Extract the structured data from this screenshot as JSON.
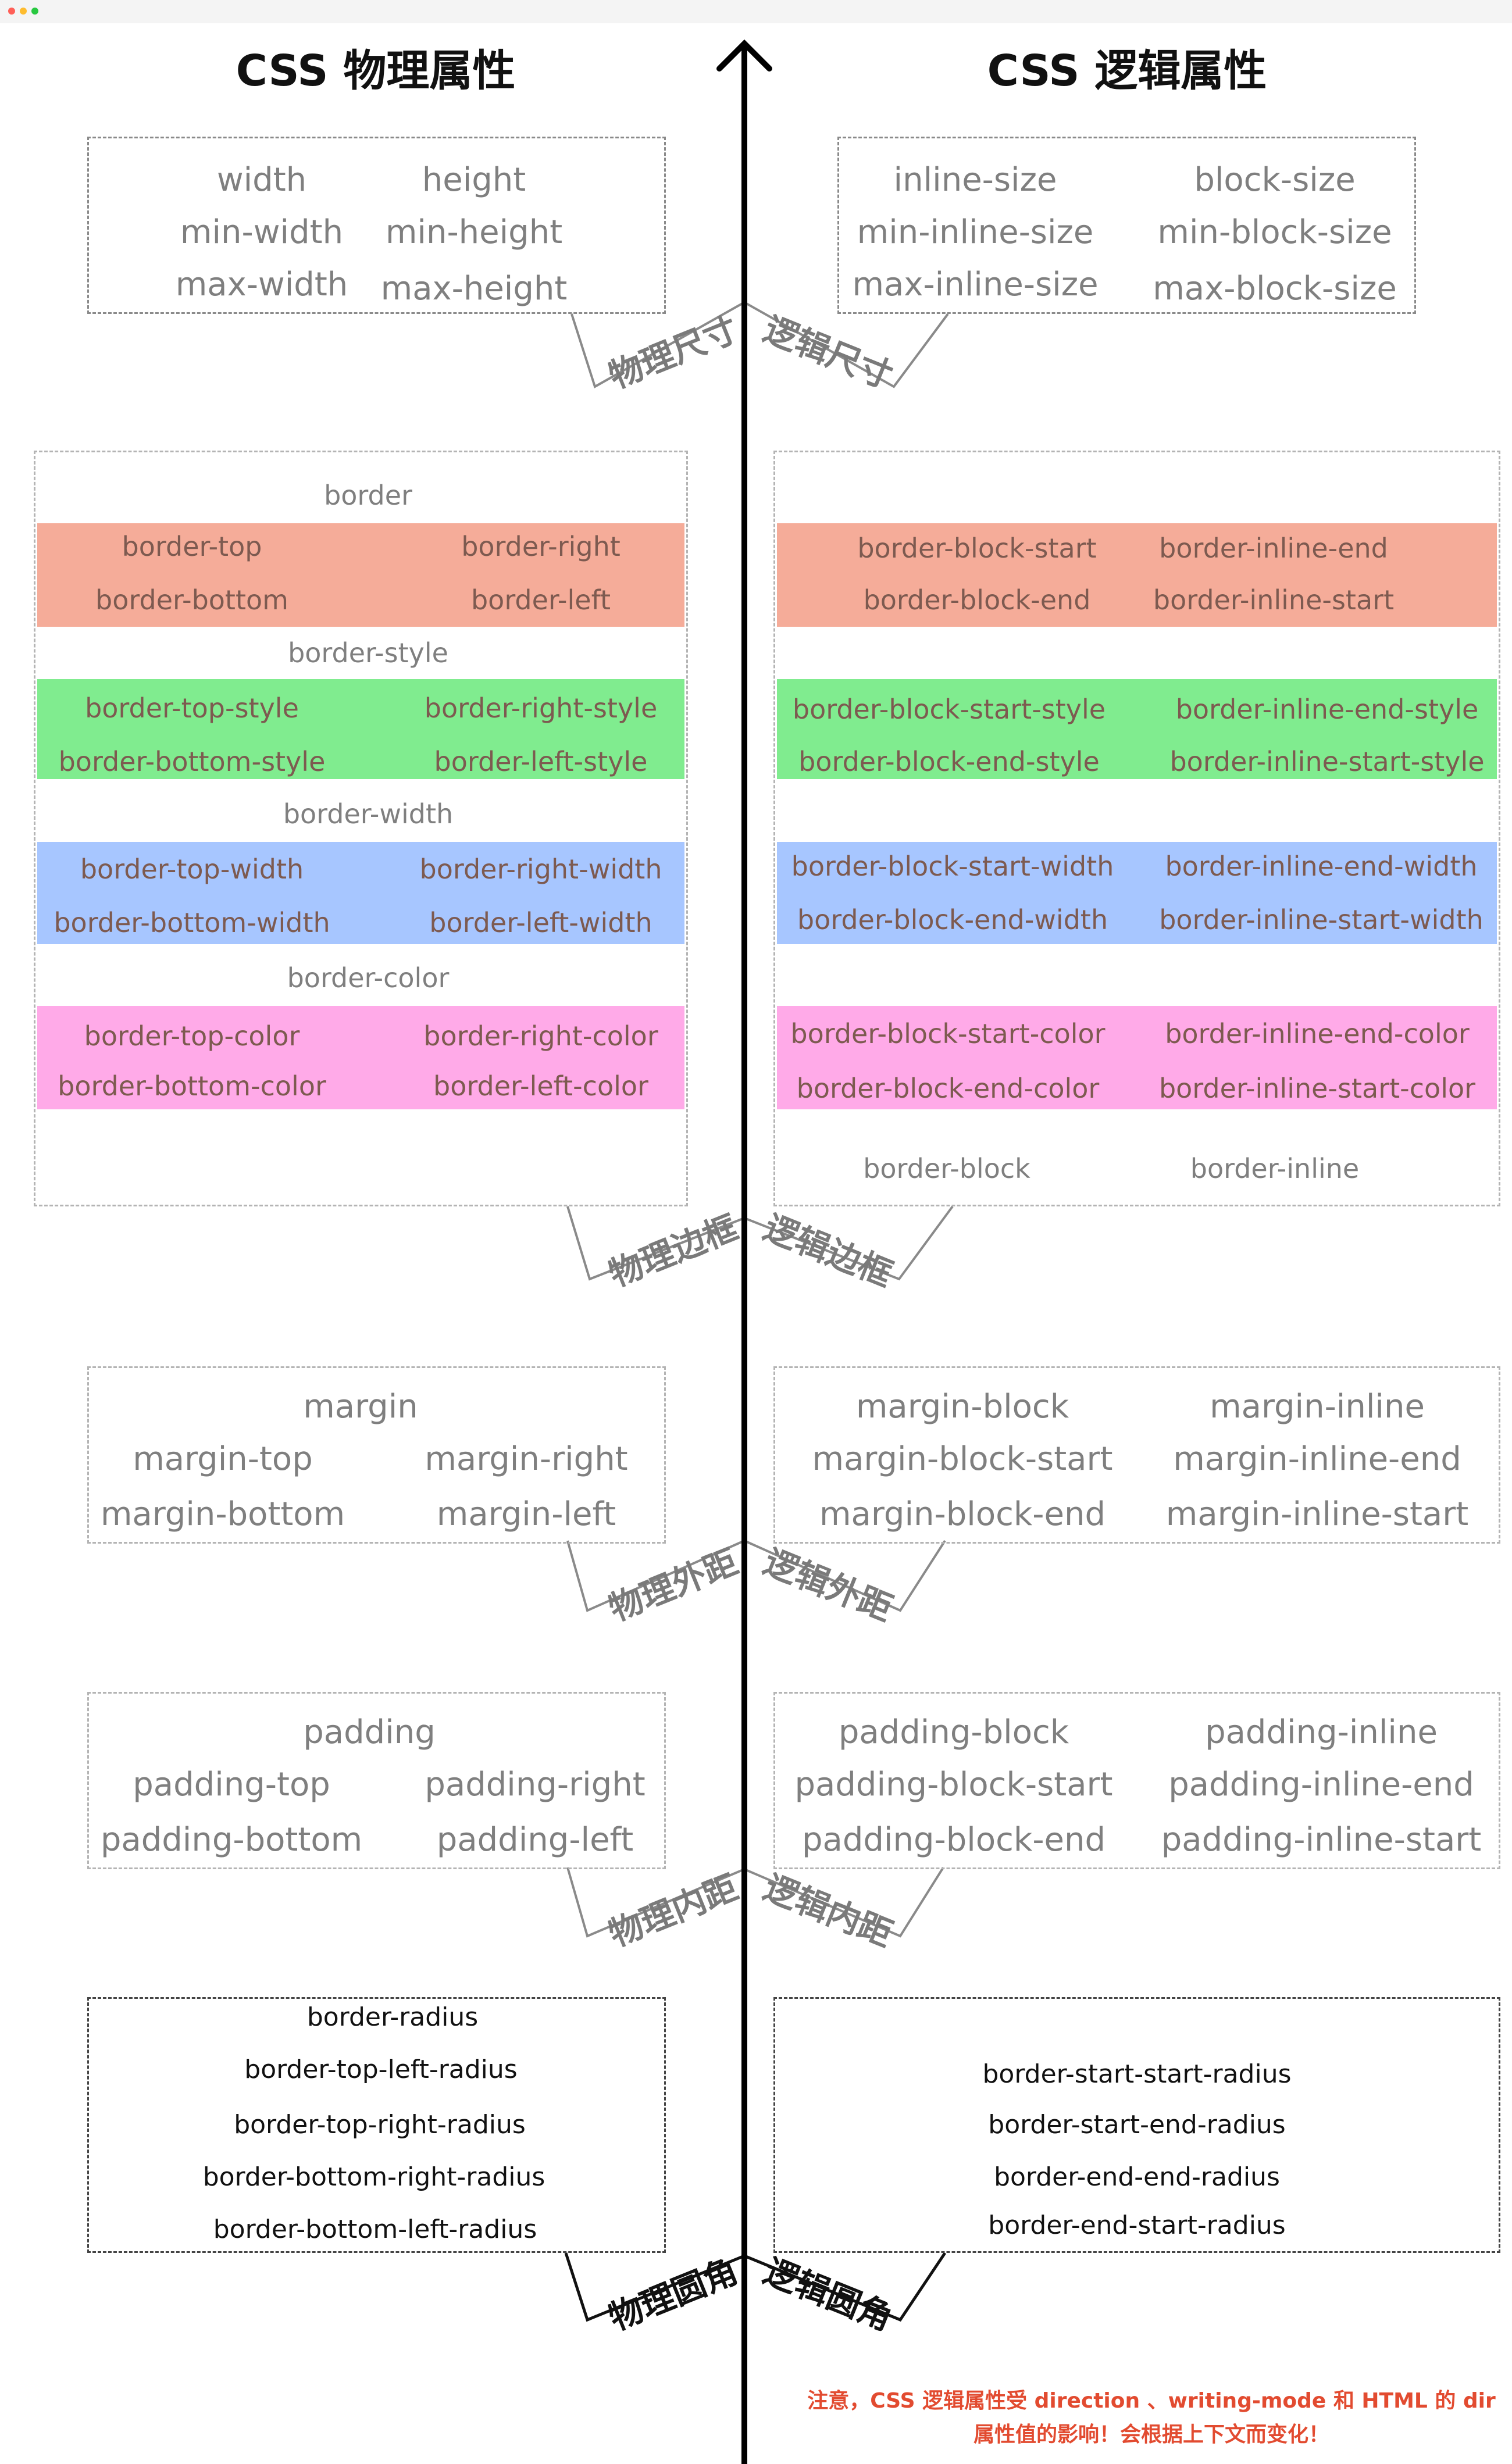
{
  "titles": {
    "left": "CSS 物理属性",
    "right": "CSS 逻辑属性"
  },
  "sizing": {
    "physical": {
      "col1": [
        "width",
        "min-width",
        "max-width"
      ],
      "col2": [
        "height",
        "min-height",
        "max-height"
      ]
    },
    "logical": {
      "col1": [
        "inline-size",
        "min-inline-size",
        "max-inline-size"
      ],
      "col2": [
        "block-size",
        "min-block-size",
        "max-block-size"
      ]
    },
    "labels": {
      "physical": "物理尺寸",
      "logical": "逻辑尺寸"
    }
  },
  "border": {
    "physical": {
      "shorthand": "border",
      "main": [
        "border-top",
        "border-right",
        "border-bottom",
        "border-left"
      ],
      "style_head": "border-style",
      "style": [
        "border-top-style",
        "border-right-style",
        "border-bottom-style",
        "border-left-style"
      ],
      "width_head": "border-width",
      "width": [
        "border-top-width",
        "border-right-width",
        "border-bottom-width",
        "border-left-width"
      ],
      "color_head": "border-color",
      "color": [
        "border-top-color",
        "border-right-color",
        "border-bottom-color",
        "border-left-color"
      ]
    },
    "logical": {
      "main": [
        "border-block-start",
        "border-inline-end",
        "border-block-end",
        "border-inline-start"
      ],
      "style": [
        "border-block-start-style",
        "border-inline-end-style",
        "border-block-end-style",
        "border-inline-start-style"
      ],
      "width": [
        "border-block-start-width",
        "border-inline-end-width",
        "border-block-end-width",
        "border-inline-start-width"
      ],
      "color": [
        "border-block-start-color",
        "border-inline-end-color",
        "border-block-end-color",
        "border-inline-start-color"
      ],
      "shorthands": [
        "border-block",
        "border-inline"
      ]
    },
    "labels": {
      "physical": "物理边框",
      "logical": "逻辑边框"
    }
  },
  "margin": {
    "physical": [
      "margin",
      "margin-top",
      "margin-right",
      "margin-bottom",
      "margin-left"
    ],
    "logical": [
      "margin-block",
      "margin-inline",
      "margin-block-start",
      "margin-inline-end",
      "margin-block-end",
      "margin-inline-start"
    ],
    "labels": {
      "physical": "物理外距",
      "logical": "逻辑外距"
    }
  },
  "padding": {
    "physical": [
      "padding",
      "padding-top",
      "padding-right",
      "padding-bottom",
      "padding-left"
    ],
    "logical": [
      "padding-block",
      "padding-inline",
      "padding-block-start",
      "padding-inline-end",
      "padding-block-end",
      "padding-inline-start"
    ],
    "labels": {
      "physical": "物理内距",
      "logical": "逻辑内距"
    }
  },
  "radius": {
    "physical": [
      "border-radius",
      "border-top-left-radius",
      "border-top-right-radius",
      "border-bottom-right-radius",
      "border-bottom-left-radius"
    ],
    "logical": [
      "border-start-start-radius",
      "border-start-end-radius",
      "border-end-end-radius",
      "border-end-start-radius"
    ],
    "labels": {
      "physical": "物理圆角",
      "logical": "逻辑圆角"
    }
  },
  "note": {
    "line1": "注意，CSS 逻辑属性受 direction 、writing-mode 和 HTML 的 dir",
    "line2": "属性值的影响！会根据上下文而变化！"
  },
  "colors": {
    "red_band": "#f5ac99",
    "green_band": "#80ec8f",
    "blue_band": "#a7c6ff",
    "pink_band": "#ffaae8",
    "note": "#e24b30",
    "axis": "#000000"
  }
}
